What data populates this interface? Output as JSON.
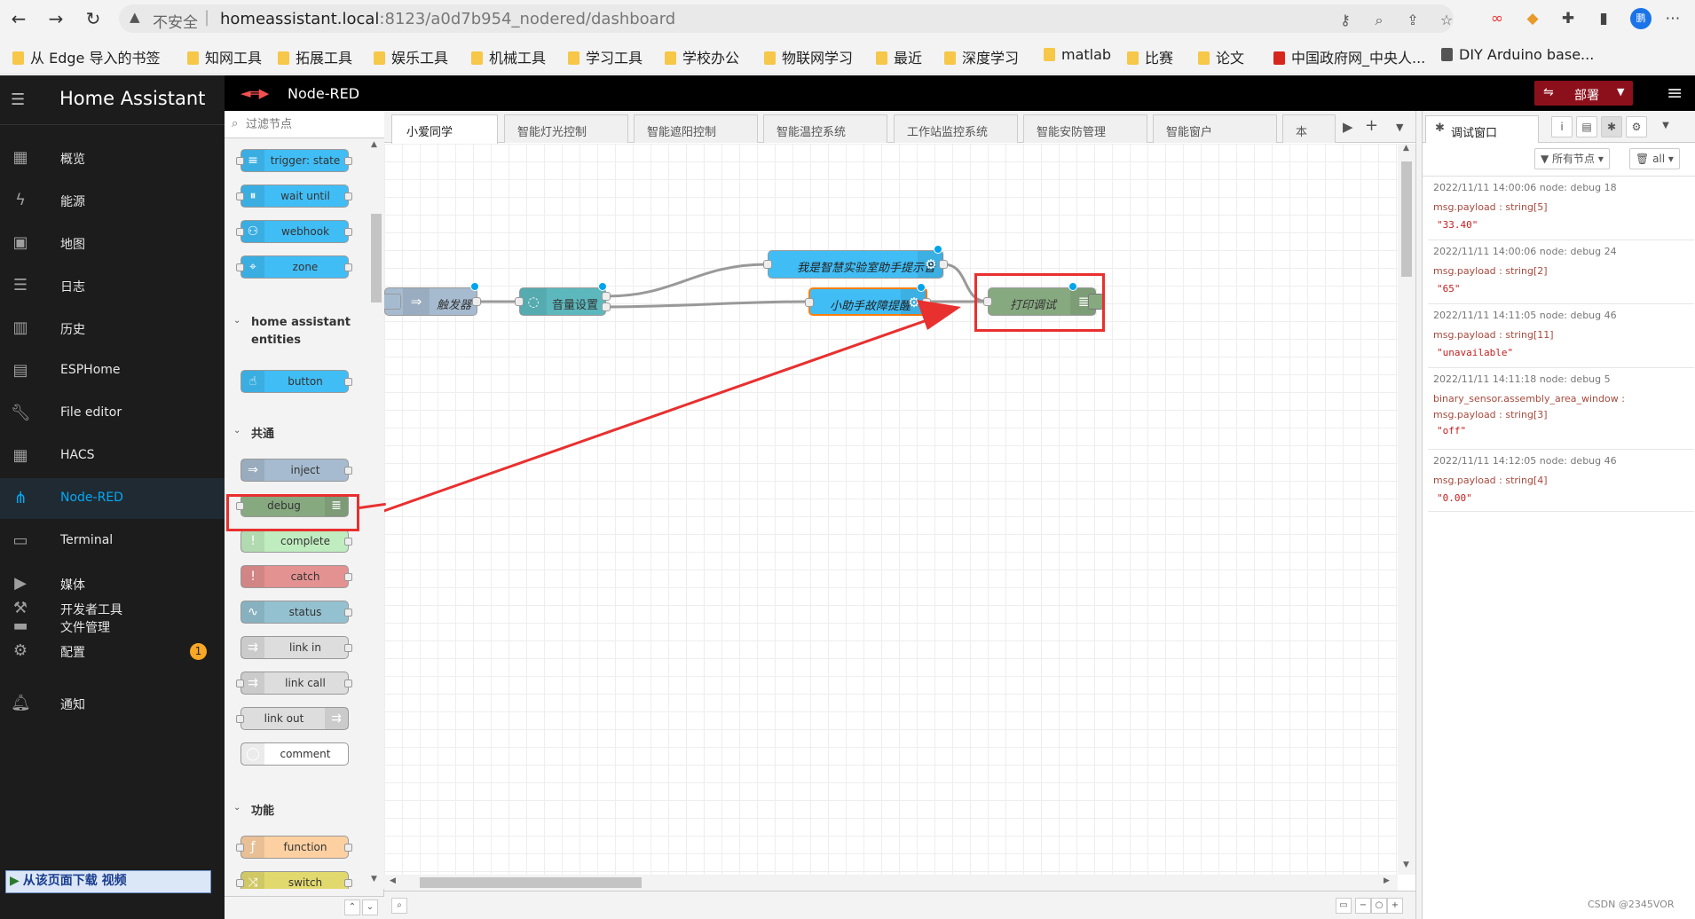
{
  "browser": {
    "insecure_label": "不安全",
    "url_host": "homeassistant.local",
    "url_rest": ":8123/a0d7b954_nodered/dashboard",
    "profile_initial": "鹏",
    "bookmarks": [
      "从 Edge 导入的书签",
      "知网工具",
      "拓展工具",
      "娱乐工具",
      "机械工具",
      "学习工具",
      "学校办公",
      "物联网学习",
      "最近",
      "深度学习",
      "matlab",
      "比赛",
      "论文",
      "中国政府网_中央人...",
      "DIY Arduino base..."
    ]
  },
  "ha_sidebar": {
    "title": "Home Assistant",
    "items": [
      {
        "label": "概览",
        "icon": "dashboard-icon"
      },
      {
        "label": "能源",
        "icon": "lightning-icon"
      },
      {
        "label": "地图",
        "icon": "map-icon"
      },
      {
        "label": "日志",
        "icon": "list-icon"
      },
      {
        "label": "历史",
        "icon": "chart-icon"
      },
      {
        "label": "ESPHome",
        "icon": "chip-icon"
      },
      {
        "label": "File editor",
        "icon": "wrench-icon"
      },
      {
        "label": "HACS",
        "icon": "hacs-icon"
      },
      {
        "label": "Node-RED",
        "icon": "sitemap-icon"
      },
      {
        "label": "Terminal",
        "icon": "terminal-icon"
      },
      {
        "label": "媒体",
        "icon": "media-icon"
      },
      {
        "label": "文件管理",
        "icon": "folder-icon"
      }
    ],
    "dev_tools": "开发者工具",
    "settings": "配置",
    "settings_badge": "1",
    "notifications": "通知",
    "download_banner": "从该页面下载 视频"
  },
  "nodered": {
    "title": "Node-RED",
    "deploy_label": "部署",
    "palette_search_placeholder": "过滤节点",
    "palette_nodes_top": [
      "trigger: state",
      "wait until",
      "webhook",
      "zone"
    ],
    "cat_ha_entities": "home assistant entities",
    "ha_entities_nodes": [
      "button"
    ],
    "cat_common": "共通",
    "common_nodes": [
      "inject",
      "debug",
      "complete",
      "catch",
      "status",
      "link in",
      "link call",
      "link out",
      "comment"
    ],
    "cat_function": "功能",
    "function_nodes": [
      "function",
      "switch"
    ],
    "tabs": [
      "小爱同学",
      "智能灯光控制",
      "智能遮阳控制",
      "智能温控系统",
      "工作站监控系统",
      "智能安防管理",
      "智能窗户",
      "本"
    ],
    "flow": {
      "trigger": "触发器",
      "volume": "音量设置",
      "voice_prompt": "我是智慧实验室助手提示音",
      "fault_prompt": "小助手故障提醒",
      "debug_print": "打印调试"
    }
  },
  "debug_panel": {
    "tab_label": "调试窗口",
    "filter_all_nodes": "所有节点",
    "filter_all": "all",
    "messages": [
      {
        "meta": "2022/11/11 14:00:06   node: debug 18",
        "path": "msg.payload : string[5]",
        "value": "\"33.40\""
      },
      {
        "meta": "2022/11/11 14:00:06   node: debug 24",
        "path": "msg.payload : string[2]",
        "value": "\"65\""
      },
      {
        "meta": "2022/11/11 14:11:05   node: debug 46",
        "path": "msg.payload : string[11]",
        "value": "\"unavailable\""
      },
      {
        "meta": "2022/11/11 14:11:18   node: debug 5",
        "path": "binary_sensor.assembly_area_window : msg.payload : string[3]",
        "value": "\"off\""
      },
      {
        "meta": "2022/11/11 14:12:05   node: debug 46",
        "path": "msg.payload : string[4]",
        "value": "\"0.00\""
      }
    ]
  },
  "watermark": "CSDN @2345VOR",
  "colors": {
    "ha_active": "#03a9f4",
    "deploy": "#8c101c",
    "annotation_red": "#e8302f",
    "debug_node": "#87a980",
    "ha_node": "#41bdf5",
    "inject_node": "#a6bbcf",
    "volume_node": "#5cb8bd"
  }
}
